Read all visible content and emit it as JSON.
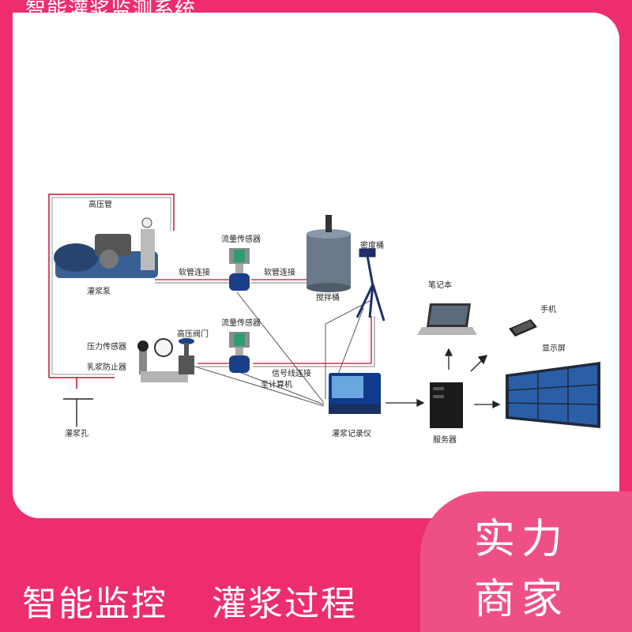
{
  "header": {
    "title": "智能灌浆监测系统"
  },
  "diagram": {
    "labels": {
      "high_pressure_pipe": "高压管",
      "flow_sensor_top": "流量传感器",
      "density_bucket": "密度桶",
      "hose_left": "软管连接",
      "hose_right": "软管连接",
      "grout_pump": "灌浆泵",
      "stir_bucket": "搅拌桶",
      "laptop": "笔记本",
      "phone": "手机",
      "high_pressure_valve": "高压阀门",
      "flow_sensor_bottom": "流量传感器",
      "display_screen": "显示屏",
      "pressure_sensor": "压力传感器",
      "anti_slurry": "乳浆防止器",
      "signal_line": "信号线连接",
      "to_computer": "至计算机",
      "grout_hole": "灌浆孔",
      "recorder": "灌浆记录仪",
      "server": "服务器"
    },
    "colors": {
      "pipe": "#c8102e",
      "signal": "#555555",
      "screen": "#2a5fa8"
    }
  },
  "badge": {
    "line1": "实力",
    "line2": "商家"
  },
  "slogan": {
    "left": "智能监控",
    "right": "灌浆过程"
  }
}
